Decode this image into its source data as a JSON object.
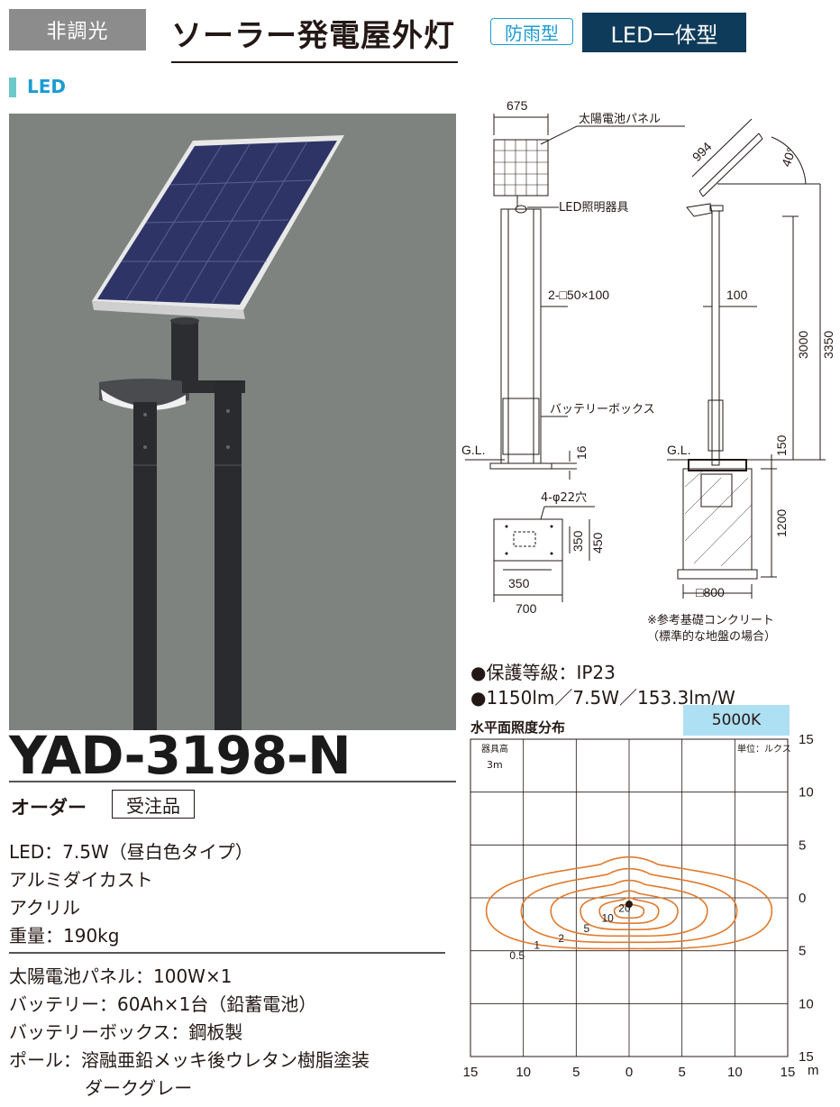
{
  "header": {
    "dimming": "非調光",
    "title": "ソーラー発電屋外灯",
    "rainproof": "防雨型",
    "led_type": "LED一体型",
    "section": "LED"
  },
  "product": {
    "model": "YAD-3198-N",
    "order_label": "オーダー",
    "order_type": "受注品"
  },
  "specs": [
    "LED：7.5W（昼白色タイプ）",
    "アルミダイカスト",
    "アクリル",
    "重量：190kg"
  ],
  "specs2": [
    "太陽電池パネル：100W×1",
    "バッテリー：60Ah×1台（鉛蓄電池）",
    "バッテリーボックス：鋼板製",
    "ポール：溶融亜鉛メッキ後ウレタン樹脂塗装"
  ],
  "specs2_cont": "ダークグレー",
  "drawing": {
    "panel_width": "675",
    "panel_label": "太陽電池パネル",
    "fixture_label": "LED照明器具",
    "pole_label": "2-□50×100",
    "battery_label": "バッテリーボックス",
    "gl1": "G.L.",
    "gl2": "G.L.",
    "dim16": "16",
    "dim994": "994",
    "dim40": "40°",
    "dim100": "100",
    "dim3000": "3000",
    "dim3350": "3350",
    "dim150": "150",
    "dim1200": "1200",
    "hole_label": "4-φ22穴",
    "base_350h": "350",
    "base_450": "450",
    "base_350w": "350",
    "base_700": "700",
    "found_800": "□800",
    "note1": "※参考基礎コンクリート",
    "note2": "（標準的な地盤の場合）"
  },
  "features": {
    "protection": "●保護等級：IP23",
    "performance": "●1150lm／7.5W／153.3lm/W"
  },
  "illuminance": {
    "title": "水平面照度分布",
    "color_temp": "5000K",
    "height_label": "器具高",
    "height_value": "3m",
    "unit_label": "単位：ルクス",
    "y_ticks": [
      "15",
      "10",
      "5",
      "0",
      "5",
      "10",
      "15"
    ],
    "x_ticks": [
      "15",
      "10",
      "5",
      "0",
      "5",
      "10",
      "15"
    ],
    "x_unit": "m",
    "contour_labels": [
      "0.5",
      "1",
      "2",
      "5",
      "10",
      "20"
    ],
    "line_color": "#e07a2e"
  }
}
